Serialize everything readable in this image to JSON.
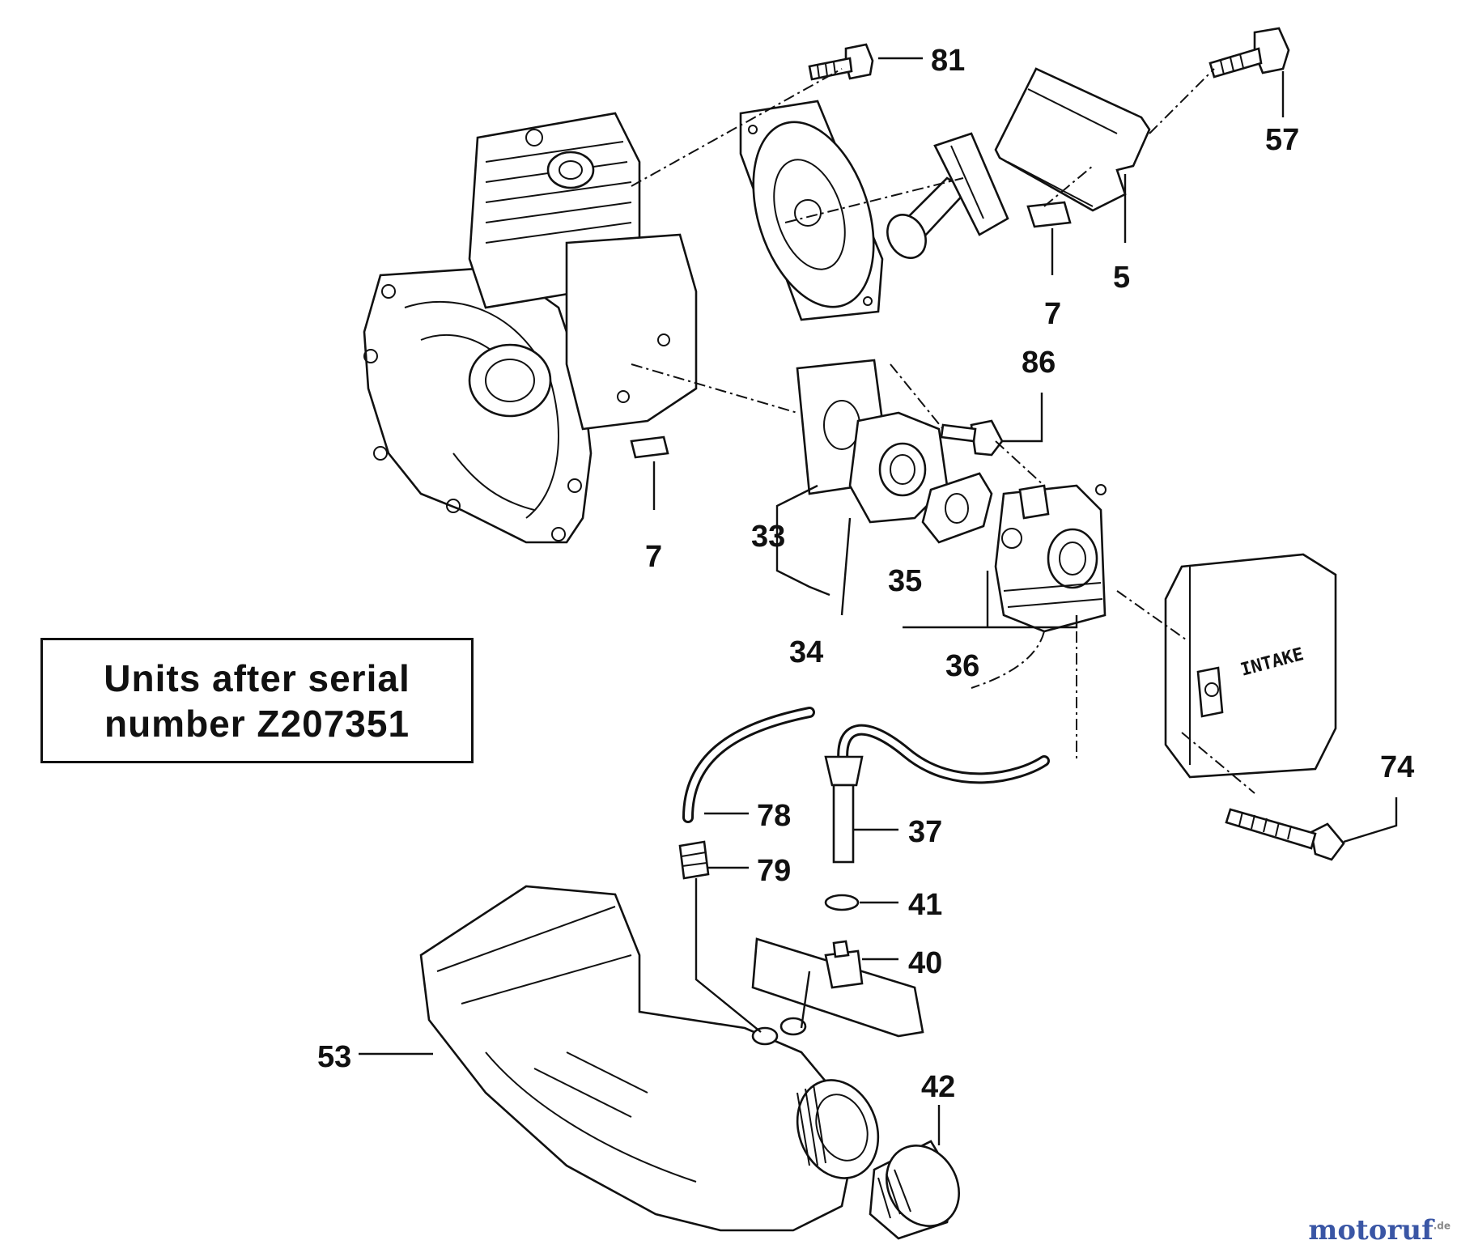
{
  "callouts": {
    "c81": "81",
    "c57": "57",
    "c5": "5",
    "c7a": "7",
    "c86": "86",
    "c7b": "7",
    "c33": "33",
    "c35": "35",
    "c34": "34",
    "c36": "36",
    "c74": "74",
    "c78": "78",
    "c37": "37",
    "c79": "79",
    "c41": "41",
    "c40": "40",
    "c53": "53",
    "c42": "42"
  },
  "intake_text": "INTAKE",
  "note": {
    "line1": "Units after serial",
    "line2": "number Z207351"
  },
  "brand": {
    "word": "motoruf",
    "suffix": ".de",
    "color": "#3a56a5"
  }
}
